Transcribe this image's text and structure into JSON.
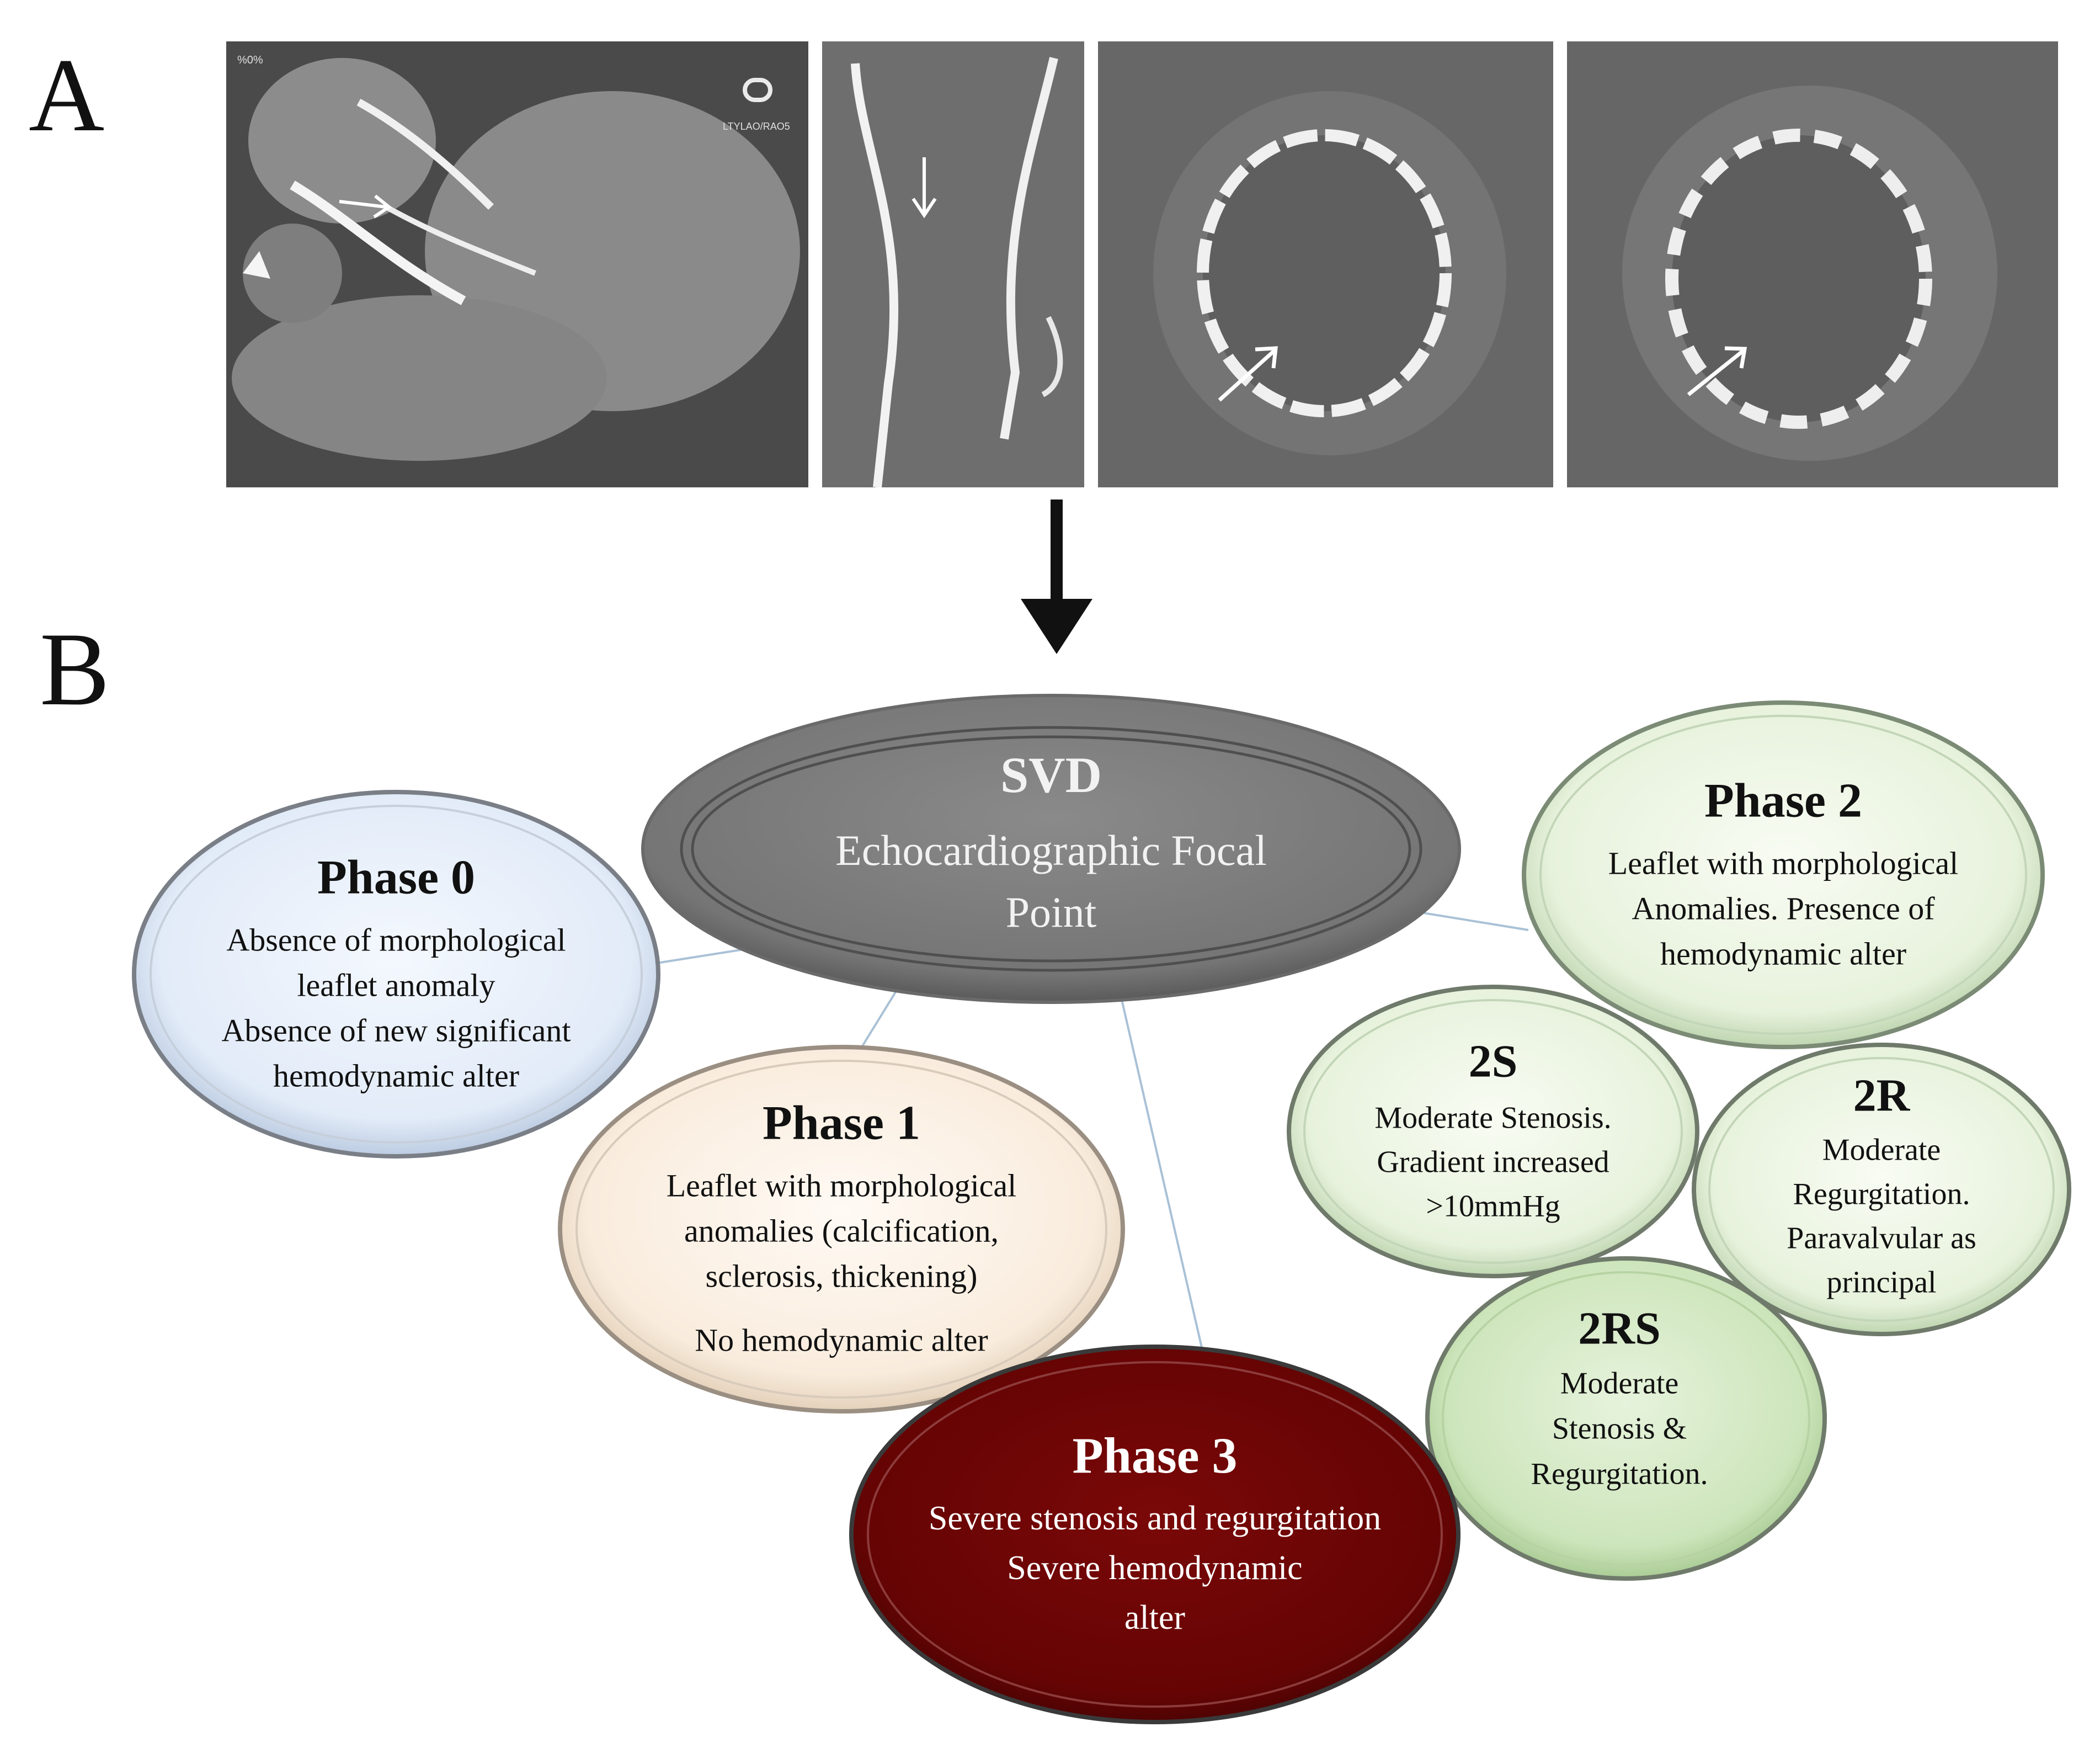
{
  "panels": {
    "a_label": "A",
    "b_label": "B"
  },
  "ct_images": {
    "overlay_text": [
      "%0%",
      "LTYLAO/RAO5"
    ]
  },
  "center": {
    "title": "SVD",
    "lines": [
      "Echocardiographic Focal",
      "Point"
    ]
  },
  "phase0": {
    "title": "Phase 0",
    "lines": [
      "Absence of morphological",
      "leaflet anomaly",
      "Absence of new significant",
      "hemodynamic alter"
    ]
  },
  "phase1": {
    "title": "Phase 1",
    "lines": [
      "Leaflet with morphological",
      "anomalies (calcification,",
      "sclerosis, thickening)",
      "No hemodynamic alter"
    ]
  },
  "phase2": {
    "title": "Phase 2",
    "lines": [
      "Leaflet with morphological",
      "Anomalies. Presence of",
      "hemodynamic alter"
    ]
  },
  "phase3": {
    "title": "Phase 3",
    "lines": [
      "Severe stenosis and regurgitation",
      "Severe hemodynamic",
      "alter"
    ]
  },
  "sub2s": {
    "title": "2S",
    "lines": [
      "Moderate Stenosis.",
      "Gradient increased",
      ">10mmHg"
    ]
  },
  "sub2r": {
    "title": "2R",
    "lines": [
      "Moderate",
      "Regurgitation.",
      "Paravalvular as",
      "principal"
    ]
  },
  "sub2rs": {
    "title": "2RS",
    "lines": [
      "Moderate",
      "Stenosis &",
      "Regurgitation."
    ]
  },
  "colors": {
    "center_fill": "#7a7a7a",
    "phase0_fill": "#e6eefa",
    "phase1_fill": "#fbefe2",
    "phase2_fill": "#eaf3e0",
    "phase3_fill": "#6e0606",
    "sub2rs_fill": "#cfe6bd",
    "border": "#8a8a8a"
  }
}
